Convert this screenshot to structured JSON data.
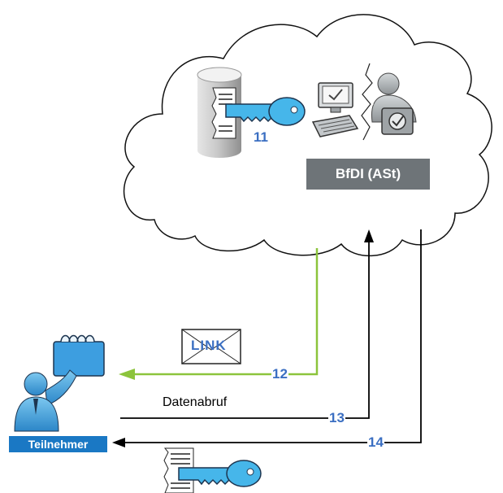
{
  "diagram": {
    "authority_label": "BfDI (ASt)",
    "participant_label": "Teilnehmer",
    "envelope_text": "LINK",
    "arrow_label_data_request": "Datenabruf",
    "steps": {
      "key_in_database": "11",
      "link_sent": "12",
      "data_request": "13",
      "key_returned": "14"
    }
  },
  "colors": {
    "link_arrow": "#8cc43c",
    "arrows": "#000000",
    "step_numbers": "#3b6fc2",
    "authority_box": "#6e7478",
    "participant_box": "#1a78c4",
    "key": "#46b6ea"
  }
}
